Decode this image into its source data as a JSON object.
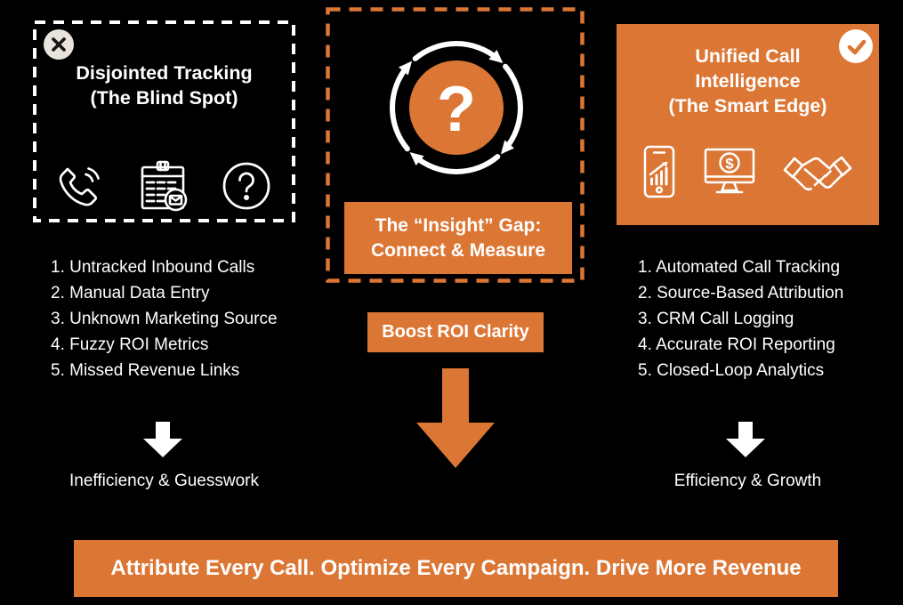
{
  "colors": {
    "orange": "#DC7634",
    "bg": "#000000",
    "white": "#FFFFFF",
    "offwhite": "#E8E4DD",
    "ink": "#141414"
  },
  "left_panel": {
    "badge_icon": "x-icon",
    "title_line1": "Disjointed Tracking",
    "title_line2": "(The Blind Spot)",
    "icons": [
      "phone-call-icon",
      "call-log-spreadsheet-icon",
      "question-mark-icon"
    ],
    "items": [
      "1. Untracked Inbound Calls",
      "2. Manual Data Entry",
      "3. Unknown Marketing Source",
      "4. Fuzzy ROI Metrics",
      "5. Missed Revenue Links"
    ],
    "outcome": "Inefficiency & Guesswork"
  },
  "center_panel": {
    "cycle_icon": "question-cycle-icon",
    "gap_title_line1": "The “Insight” Gap:",
    "gap_title_line2": "Connect & Measure",
    "cta_label": "Boost ROI Clarity",
    "question_glyph": "?"
  },
  "right_panel": {
    "badge_icon": "check-icon",
    "title_line1": "Unified Call",
    "title_line2": "Intelligence",
    "title_line3": "(The Smart Edge)",
    "icons": [
      "mobile-analytics-icon",
      "monitor-revenue-icon",
      "handshake-icon"
    ],
    "items": [
      "1. Automated Call Tracking",
      "2. Source-Based Attribution",
      "3. CRM Call Logging",
      "4. Accurate ROI Reporting",
      "5. Closed-Loop Analytics"
    ],
    "outcome": "Efficiency & Growth"
  },
  "banner": {
    "text": "Attribute Every Call. Optimize Every Campaign. Drive More Revenue"
  }
}
